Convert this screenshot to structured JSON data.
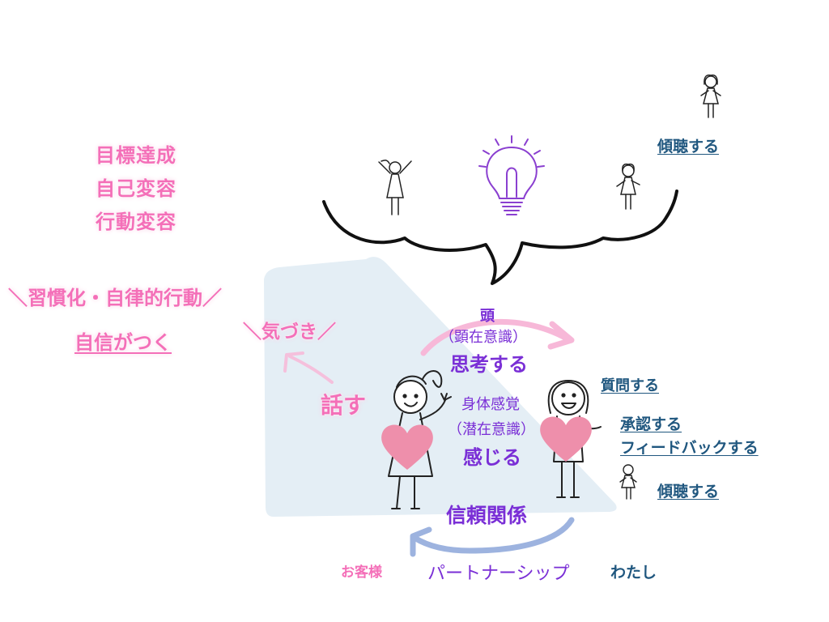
{
  "goals": {
    "line1": "目標達成",
    "line2": "自己変容",
    "line3": "行動変容"
  },
  "habit_label": "＼習慣化・自律的行動／",
  "confidence_label": "自信がつく",
  "awareness_label": "＼気づき／",
  "talk_label": "話す",
  "head": {
    "title": "頭",
    "sub": "（顕在意識）",
    "main": "思考する"
  },
  "body": {
    "title": "身体感覚",
    "sub": "（潜在意識）",
    "main": "感じる"
  },
  "trust_label": "信頼関係",
  "partnership_label": "パートナーシップ",
  "customer_label": "お客様",
  "self_label": "わたし",
  "actions": {
    "listen_top": "傾聴する",
    "ask": "質問する",
    "acknowledge": "承認する",
    "feedback": "フィードバックする",
    "listen_bottom": "傾聴する"
  },
  "colors": {
    "pink": "#f46fb8",
    "purple": "#7a2fd6",
    "navy": "#20577f",
    "triangle": "#e4eef5",
    "heart": "#ee8fab",
    "arrow_pink": "#f7b8d8",
    "arrow_blue": "#9db3df"
  }
}
